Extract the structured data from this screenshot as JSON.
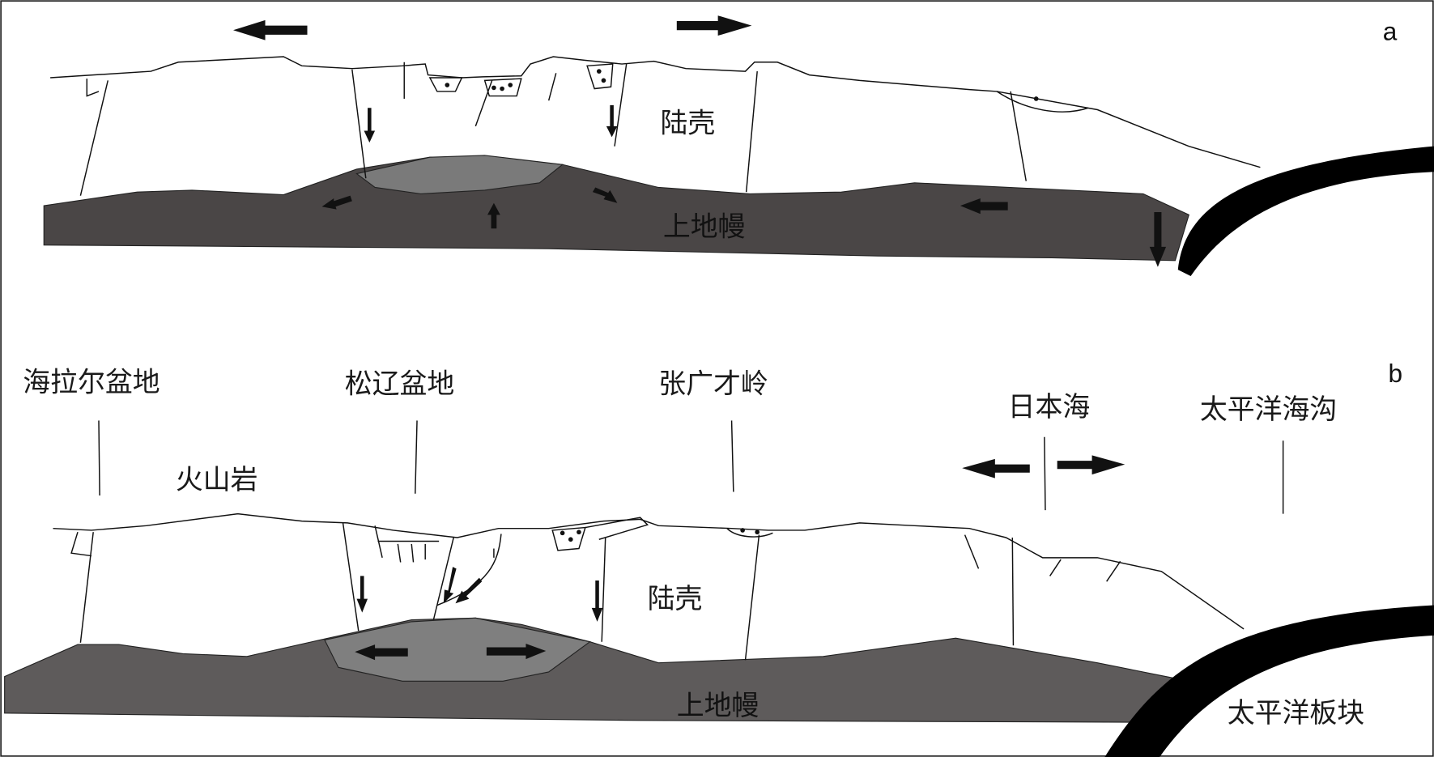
{
  "panels": {
    "a": {
      "letter": "a",
      "crust_label": "陆壳",
      "mantle_label": "上地幔"
    },
    "b": {
      "letter": "b",
      "crust_label": "陆壳",
      "mantle_label": "上地幔",
      "place_labels": [
        "海拉尔盆地",
        "松辽盆地",
        "张广才岭",
        "日本海",
        "太平洋海沟"
      ],
      "volcanic_label": "火山岩",
      "plate_label": "太平洋板块"
    }
  },
  "colors": {
    "mantle": "#4a4646",
    "mantle_b": "#5e5b5b",
    "lens": "#7a7a7a",
    "slab": "#000000"
  }
}
